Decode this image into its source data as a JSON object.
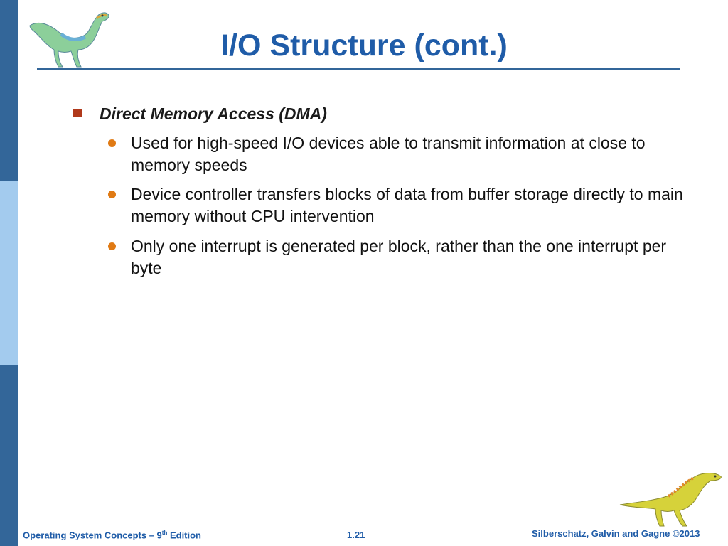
{
  "slide": {
    "title": "I/O Structure (cont.)",
    "main_bullet": "Direct Memory Access (DMA)",
    "sub_bullets": [
      "Used for high-speed I/O devices able to transmit information at close to memory speeds",
      "Device controller transfers blocks of data from buffer storage directly to main memory without CPU intervention",
      "Only one interrupt is generated per block, rather than the one interrupt per byte"
    ]
  },
  "footer": {
    "left_prefix": "Operating System Concepts – 9",
    "left_sup": "th",
    "left_suffix": " Edition",
    "page_number": "1.21",
    "right": "Silberschatz, Galvin and Gagne ©2013"
  },
  "colors": {
    "title": "#1f5ca8",
    "sidebar_dark": "#336699",
    "sidebar_light": "#a3cbee",
    "bullet_square": "#b0391b",
    "bullet_dot": "#e07a14"
  },
  "icons": {
    "top_left": "dinosaur-icon",
    "bottom_right": "dinosaur-icon"
  }
}
